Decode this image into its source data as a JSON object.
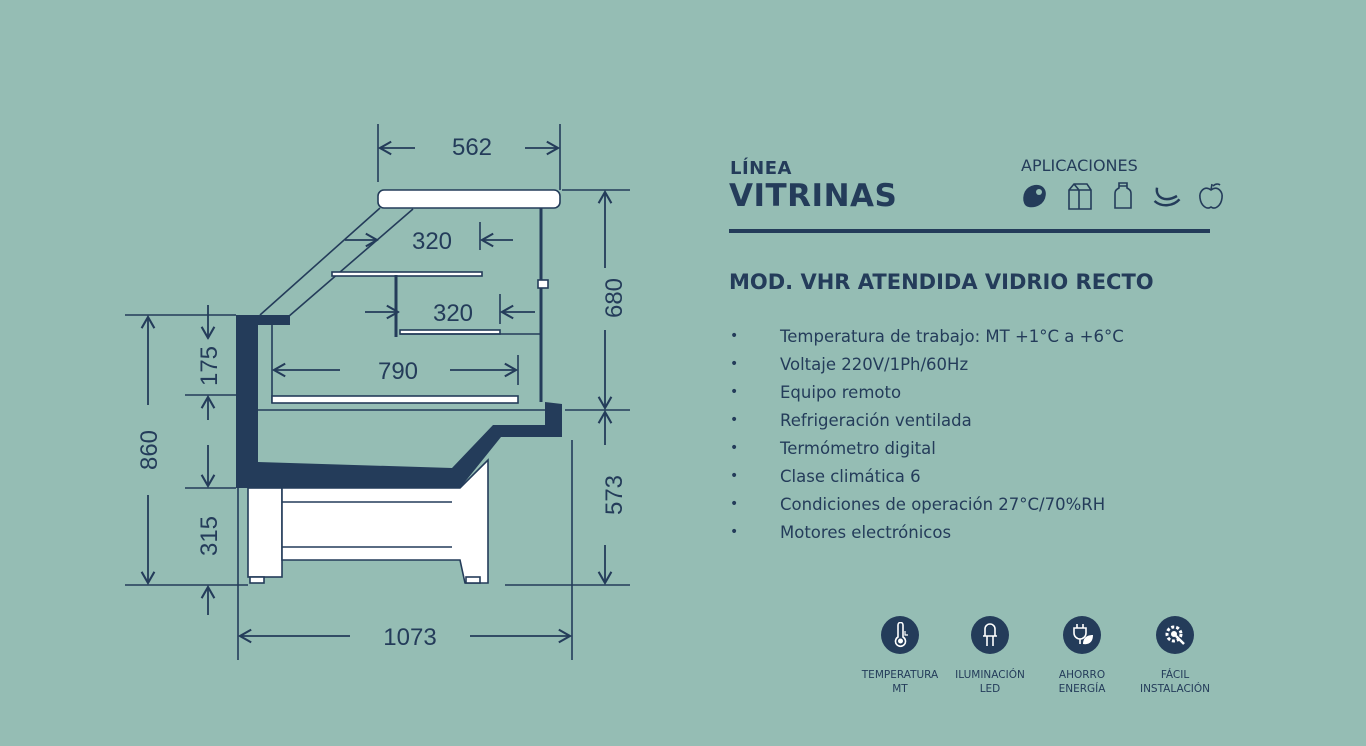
{
  "header": {
    "line_label": "LÍNEA",
    "line_name": "VITRINAS",
    "applications_label": "APLICACIONES"
  },
  "applications_icons": [
    "meat-icon",
    "milk-carton-icon",
    "bottle-icon",
    "sausage-icon",
    "apple-icon"
  ],
  "model": "MOD. VHR ATENDIDA VIDRIO RECTO",
  "specs": [
    "Temperatura de trabajo: MT +1°C a +6°C",
    "Voltaje 220V/1Ph/60Hz",
    "Equipo remoto",
    "Refrigeración ventilada",
    "Termómetro digital",
    "Clase climática 6",
    "Condiciones de operación 27°C/70%RH",
    "Motores electrónicos"
  ],
  "bullet": "•",
  "features": [
    {
      "icon": "thermometer-icon",
      "line1": "TEMPERATURA",
      "line2": "MT"
    },
    {
      "icon": "led-icon",
      "line1": "ILUMINACIÓN",
      "line2": "LED"
    },
    {
      "icon": "energy-saving-icon",
      "line1": "AHORRO",
      "line2": "ENERGÍA"
    },
    {
      "icon": "wrench-gear-icon",
      "line1": "FÁCIL",
      "line2": "INSTALACIÓN"
    }
  ],
  "dimensions": {
    "top_width": "562",
    "upper_shelf": "320",
    "lower_shelf": "320",
    "inner_depth": "790",
    "upper_height": "680",
    "lower_height": "573",
    "total_height": "860",
    "glass_height": "175",
    "base_height": "315",
    "total_width": "1073"
  },
  "colors": {
    "background": "#95bdb4",
    "navy": "#243c5a"
  }
}
